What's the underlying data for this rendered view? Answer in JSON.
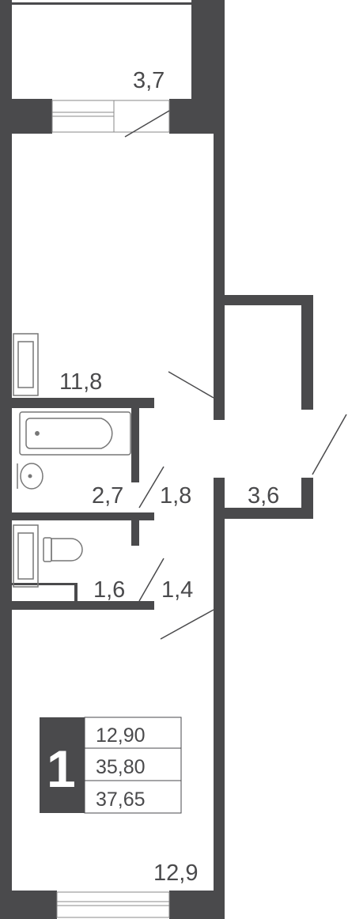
{
  "colors": {
    "wall": "#4a4a4c",
    "fixture": "#777777",
    "text": "#4a4a4c",
    "background": "#ffffff"
  },
  "areas": {
    "balcony": "3,7",
    "room": "11,8",
    "bathroom": "2,7",
    "bath_corridor": "1,8",
    "storage": "3,6",
    "toilet": "1,6",
    "toilet_corridor": "1,4",
    "kitchen": "12,9"
  },
  "summary": {
    "rooms_count": "1",
    "values": [
      "12,90",
      "35,80",
      "37,65"
    ]
  }
}
